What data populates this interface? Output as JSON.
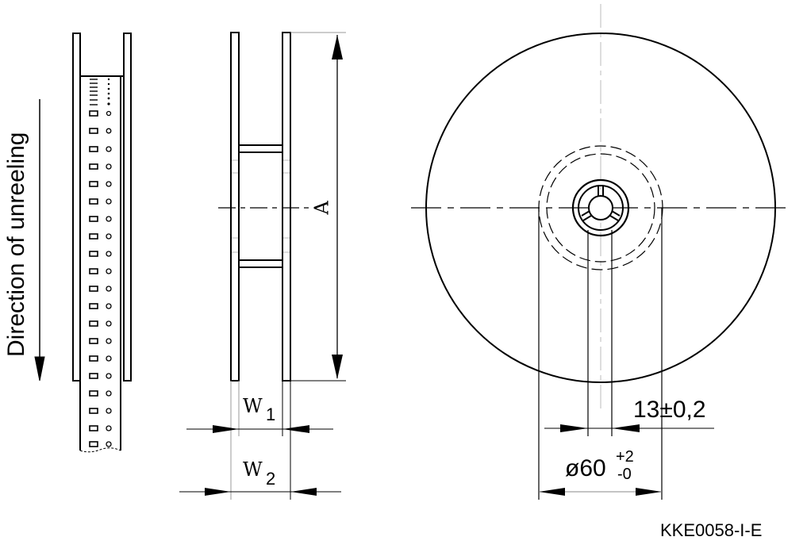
{
  "drawing": {
    "direction_label": "Direction of unreeling",
    "dim_A": "A",
    "dim_W1": "W",
    "dim_W1_sub": "1",
    "dim_W2": "W",
    "dim_W2_sub": "2",
    "dim_hub_width": "13±0,2",
    "dim_hub_diameter": "ø60",
    "dim_hub_tol_upper": "+2",
    "dim_hub_tol_lower": "-0",
    "drawing_id": "KKE0058-I-E"
  }
}
